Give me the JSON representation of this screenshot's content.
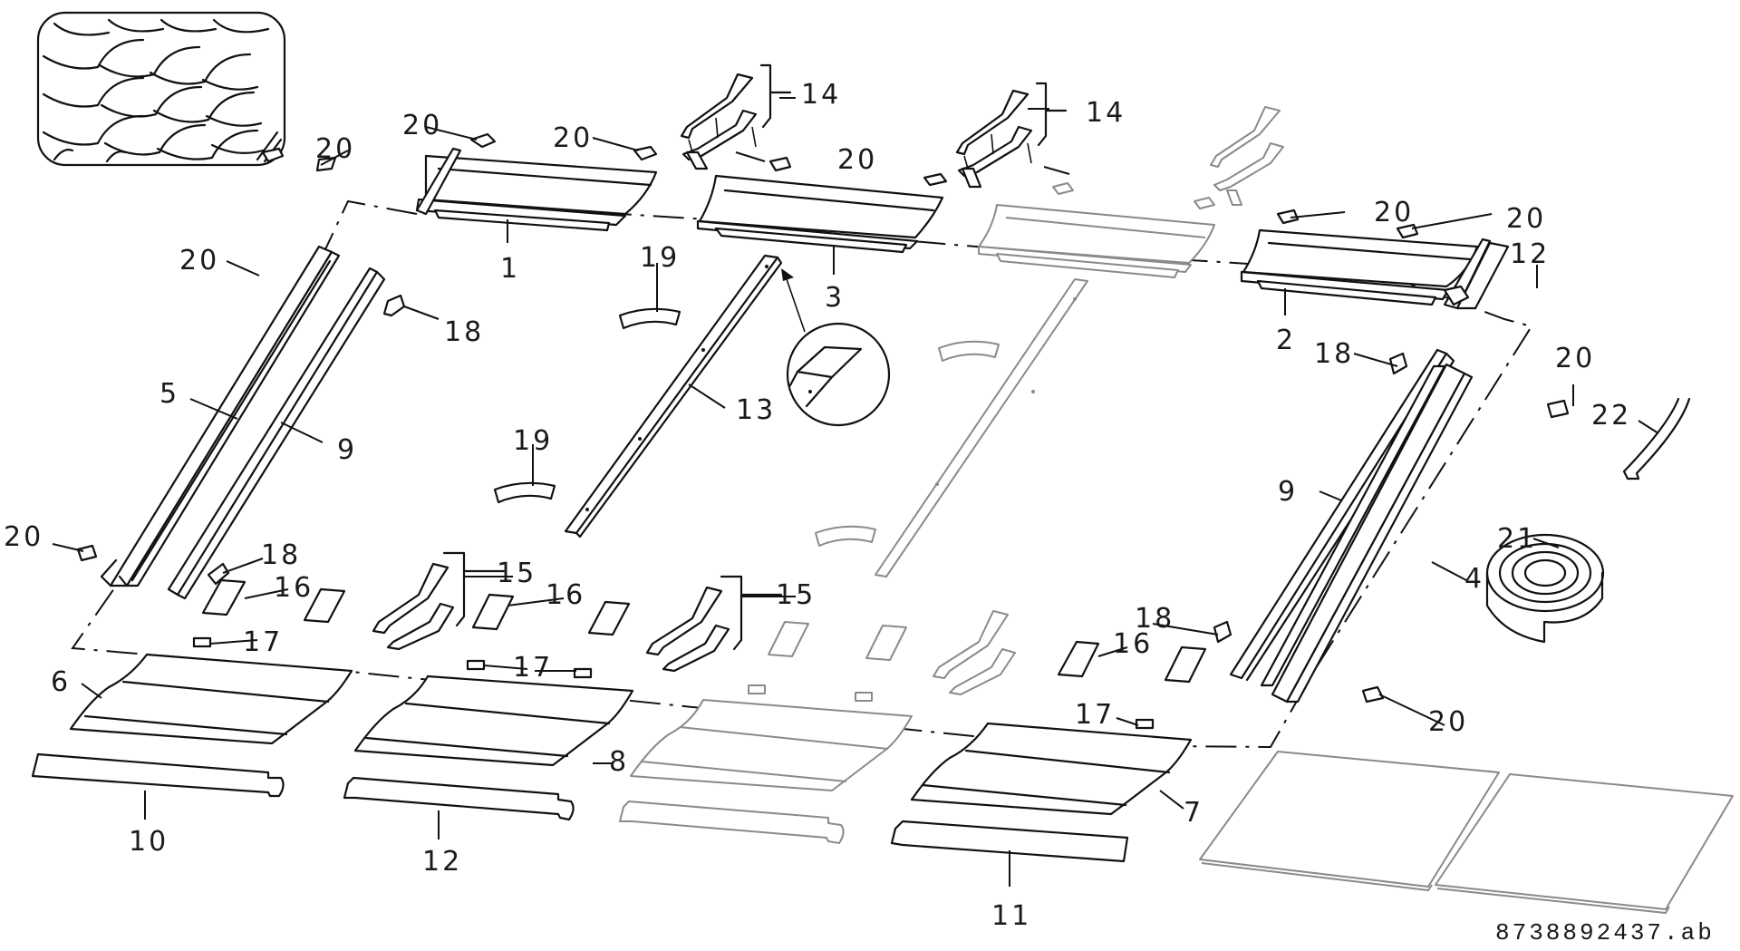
{
  "diagram": {
    "title": "Exploded view – in-roof mounting kit for beaver-tail roof tiles",
    "reference_number": "8738892437.ab",
    "inset": {
      "subject": "beaver-tail roof tiles"
    },
    "callouts": [
      {
        "id": "c1",
        "text": "20",
        "part": "clip"
      },
      {
        "id": "c2",
        "text": "20",
        "part": "clip"
      },
      {
        "id": "c3",
        "text": "20",
        "part": "clip"
      },
      {
        "id": "c4",
        "text": "14",
        "part": "bracket set"
      },
      {
        "id": "c5",
        "text": "20",
        "part": "clip"
      },
      {
        "id": "c6",
        "text": "14",
        "part": "bracket set"
      },
      {
        "id": "c7",
        "text": "20",
        "part": "clip"
      },
      {
        "id": "c8",
        "text": "20",
        "part": "clip"
      },
      {
        "id": "c9",
        "text": "12",
        "part": "end piece"
      },
      {
        "id": "c10",
        "text": "1",
        "part": "top flashing left"
      },
      {
        "id": "c11",
        "text": "3",
        "part": "top flashing middle"
      },
      {
        "id": "c12",
        "text": "2",
        "part": "top flashing right"
      },
      {
        "id": "c13",
        "text": "20",
        "part": "clip"
      },
      {
        "id": "c14",
        "text": "18",
        "part": "holder"
      },
      {
        "id": "c15",
        "text": "19",
        "part": "saddle"
      },
      {
        "id": "c16",
        "text": "5",
        "part": "side flashing left"
      },
      {
        "id": "c17",
        "text": "9",
        "part": "side rail"
      },
      {
        "id": "c18",
        "text": "13",
        "part": "middle rail"
      },
      {
        "id": "c19",
        "text": "19",
        "part": "saddle"
      },
      {
        "id": "c20",
        "text": "18",
        "part": "holder"
      },
      {
        "id": "c21",
        "text": "20",
        "part": "clip"
      },
      {
        "id": "c22",
        "text": "22",
        "part": "seal profile"
      },
      {
        "id": "c23",
        "text": "9",
        "part": "side rail"
      },
      {
        "id": "c24",
        "text": "21",
        "part": "sealing tape roll"
      },
      {
        "id": "c25",
        "text": "4",
        "part": "side flashing right"
      },
      {
        "id": "c26",
        "text": "20",
        "part": "clip"
      },
      {
        "id": "c27",
        "text": "18",
        "part": "holder"
      },
      {
        "id": "c28",
        "text": "16",
        "part": "pad"
      },
      {
        "id": "c29",
        "text": "15",
        "part": "bracket set"
      },
      {
        "id": "c30",
        "text": "16",
        "part": "pad"
      },
      {
        "id": "c31",
        "text": "15",
        "part": "bracket set"
      },
      {
        "id": "c32",
        "text": "17",
        "part": "plug"
      },
      {
        "id": "c33",
        "text": "17",
        "part": "plug"
      },
      {
        "id": "c34",
        "text": "18",
        "part": "holder"
      },
      {
        "id": "c35",
        "text": "16",
        "part": "pad"
      },
      {
        "id": "c36",
        "text": "17",
        "part": "plug"
      },
      {
        "id": "c37",
        "text": "20",
        "part": "clip"
      },
      {
        "id": "c38",
        "text": "6",
        "part": "bottom apron left"
      },
      {
        "id": "c39",
        "text": "8",
        "part": "bottom apron middle"
      },
      {
        "id": "c40",
        "text": "7",
        "part": "bottom apron right"
      },
      {
        "id": "c41",
        "text": "10",
        "part": "lower strip left"
      },
      {
        "id": "c42",
        "text": "12",
        "part": "lower strip middle"
      },
      {
        "id": "c43",
        "text": "11",
        "part": "lower strip right"
      }
    ],
    "colors": {
      "ink": "#111111",
      "ghost": "#8a8a8a",
      "background": "#ffffff"
    }
  }
}
